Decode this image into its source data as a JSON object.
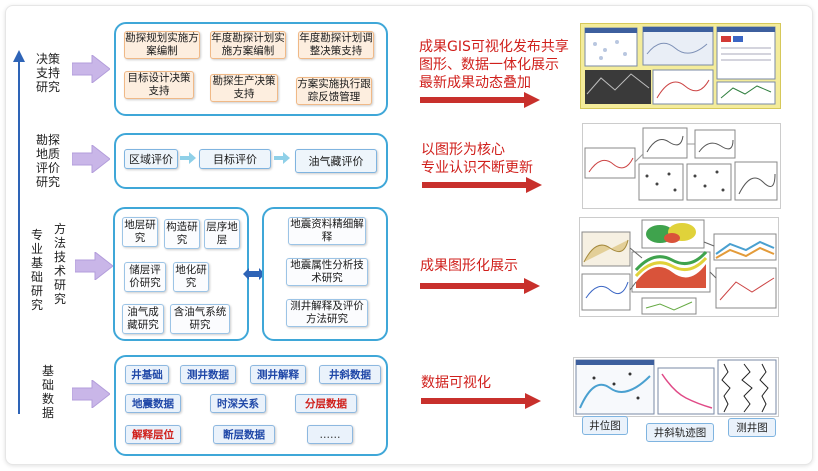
{
  "layers": [
    {
      "label_chars": [
        "决",
        "策",
        "支",
        "持",
        "研",
        "究"
      ]
    },
    {
      "label_chars": [
        "勘",
        "探",
        "地",
        "质",
        "评",
        "价",
        "研",
        "究"
      ]
    },
    {
      "label_col1": [
        "专",
        "业",
        "基",
        "础",
        "研",
        "究"
      ],
      "label_col2": [
        "方",
        "法",
        "技",
        "术",
        "研",
        "究"
      ]
    },
    {
      "label_chars": [
        "基",
        "础",
        "数",
        "据"
      ]
    }
  ],
  "decision": {
    "boxes": [
      "勘探规划实施方案编制",
      "年度勘探计划实施方案编制",
      "年度勘探计划调整决策支持",
      "目标设计决策支持",
      "勘探生产决策支持",
      "方案实施执行跟踪反馈管理"
    ],
    "note_lines": [
      "成果GIS可视化发布共享",
      "图形、数据一体化展示",
      "最新成果动态叠加"
    ]
  },
  "evaluation": {
    "steps": [
      "区域评价",
      "目标评价",
      "油气藏评价"
    ],
    "note_lines": [
      "以图形为核心",
      "专业认识不断更新"
    ]
  },
  "research": {
    "left_boxes": [
      "地层研究",
      "构造研究",
      "层序地层",
      "储层评价研究",
      "地化研究",
      "油气成藏研究",
      "含油气系统研究"
    ],
    "right_boxes": [
      "地震资料精细解释",
      "地震属性分析技术研究",
      "测井解释及评价方法研究"
    ],
    "note": "成果图形化展示"
  },
  "basic_data": {
    "items": [
      {
        "label": "井基础",
        "color": "blue"
      },
      {
        "label": "测井数据",
        "color": "blue"
      },
      {
        "label": "测井解释",
        "color": "blue"
      },
      {
        "label": "井斜数据",
        "color": "blue"
      },
      {
        "label": "地震数据",
        "color": "blue"
      },
      {
        "label": "时深关系",
        "color": "blue"
      },
      {
        "label": "分层数据",
        "color": "red"
      },
      {
        "label": "解释层位",
        "color": "red"
      },
      {
        "label": "断层数据",
        "color": "blue"
      },
      {
        "label": "……",
        "color": "plain"
      }
    ],
    "note": "数据可视化",
    "captions": [
      "井位图",
      "井斜轨迹图",
      "测井图"
    ]
  },
  "colors": {
    "axis": "#2e64b7",
    "panel_border": "#3fa7d8",
    "accent_red": "#d0201c",
    "arrow_purple": "#c9b6e8"
  }
}
